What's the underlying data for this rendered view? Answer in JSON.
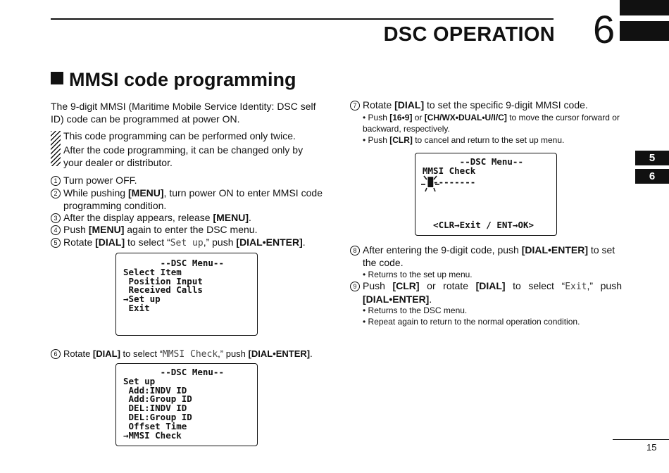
{
  "header": {
    "title": "DSC OPERATION",
    "chapter": "6"
  },
  "section": {
    "title": "MMSI code programming"
  },
  "intro": "The 9-digit MMSI (Maritime Mobile Service Identity: DSC self ID) code can be programmed at power ON.",
  "note": {
    "line1": "This code programming can be performed only twice.",
    "line2": "After the code programming, it can be changed only by your dealer or distributor."
  },
  "steps": {
    "s1": {
      "num": "1",
      "text": "Turn power OFF."
    },
    "s2": {
      "num": "2",
      "pre": "While pushing ",
      "key": "[MENU]",
      "post": ", turn power ON to enter MMSI code programming condition."
    },
    "s3": {
      "num": "3",
      "pre": "After the display appears, release ",
      "key": "[MENU]",
      "post": "."
    },
    "s4": {
      "num": "4",
      "pre": "Push ",
      "key": "[MENU]",
      "post": " again to enter the DSC menu."
    },
    "s5": {
      "num": "5",
      "pre": "Rotate ",
      "key": "[DIAL]",
      "mid": " to select “",
      "lcd": "Set up",
      "mid2": ",” push ",
      "key2": "[DIAL•ENTER]",
      "post": "."
    },
    "s6": {
      "num": "6",
      "pre": "Rotate ",
      "key": "[DIAL]",
      "mid": " to select “",
      "lcd": "MMSI Check",
      "mid2": ",” push ",
      "key2": "[DIAL•ENTER]",
      "post": "."
    },
    "s7": {
      "num": "7",
      "pre": "Rotate ",
      "key": "[DIAL]",
      "post": " to set the specific 9-digit MMSI code.",
      "b1_pre": "• Push ",
      "b1_key": "[16•9]",
      "b1_mid": " or ",
      "b1_key2": "[CH/WX•DUAL•U/I/C]",
      "b1_post": " to move the cursor forward or backward, respectively.",
      "b2_pre": "• Push ",
      "b2_key": "[CLR]",
      "b2_post": " to cancel and return to the set up menu."
    },
    "s8": {
      "num": "8",
      "pre": "After entering the 9-digit code, push ",
      "key": "[DIAL•ENTER]",
      "post": " to set the code.",
      "b1": "• Returns to the set up menu."
    },
    "s9": {
      "num": "9",
      "pre": "Push ",
      "key": "[CLR]",
      "mid": " or rotate ",
      "key2": "[DIAL]",
      "mid2": " to select “",
      "lcd": "Exit",
      "mid3": ",” push ",
      "key3": "[DIAL•ENTER]",
      "post": ".",
      "b1": "• Returns to the DSC menu.",
      "b2": "• Repeat again to return to the normal operation condition."
    }
  },
  "lcd1": {
    "lines": [
      "       --DSC Menu--",
      "Select Item",
      " Position Input",
      " Received Calls",
      "→Set up",
      " Exit"
    ]
  },
  "lcd2": {
    "lines": [
      "       --DSC Menu--",
      "Set up",
      " Add:INDV ID",
      " Add:Group ID",
      " DEL:INDV ID",
      " DEL:Group ID",
      " Offset Time",
      "→MMSI Check"
    ]
  },
  "lcd3": {
    "lines": [
      "       --DSC Menu--",
      "MMSI Check",
      " █--------",
      "",
      "",
      "",
      "  <CLR→Exit / ENT→OK>"
    ]
  },
  "side_tabs": [
    "5",
    "6"
  ],
  "page_number": "15"
}
